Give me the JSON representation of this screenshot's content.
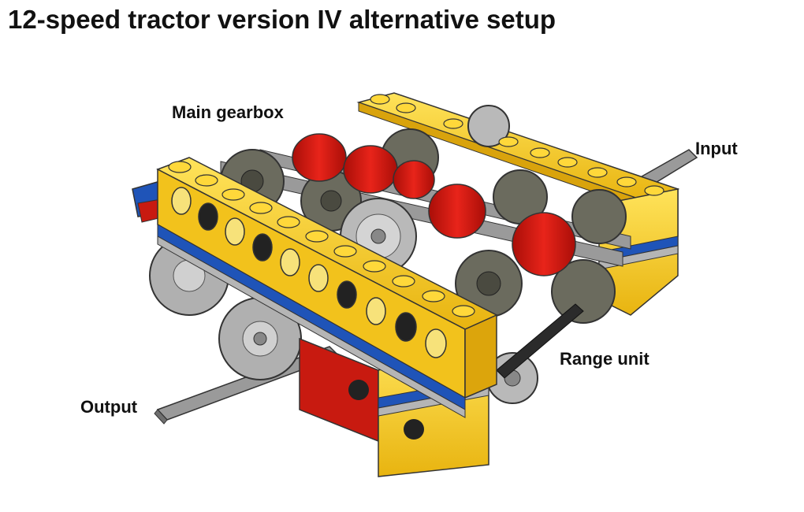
{
  "title": "12-speed tractor version IV alternative setup",
  "labels": {
    "main_gearbox": "Main gearbox",
    "input": "Input",
    "range_unit": "Range unit",
    "output": "Output"
  },
  "colors": {
    "beam_yellow": "#f5c81f",
    "plate_blue": "#1f54b8",
    "clutch_red": "#d8170e",
    "gear_dark": "#6b6b5e",
    "gear_light": "#b9b9b9",
    "axle_grey": "#8a8a8a"
  }
}
